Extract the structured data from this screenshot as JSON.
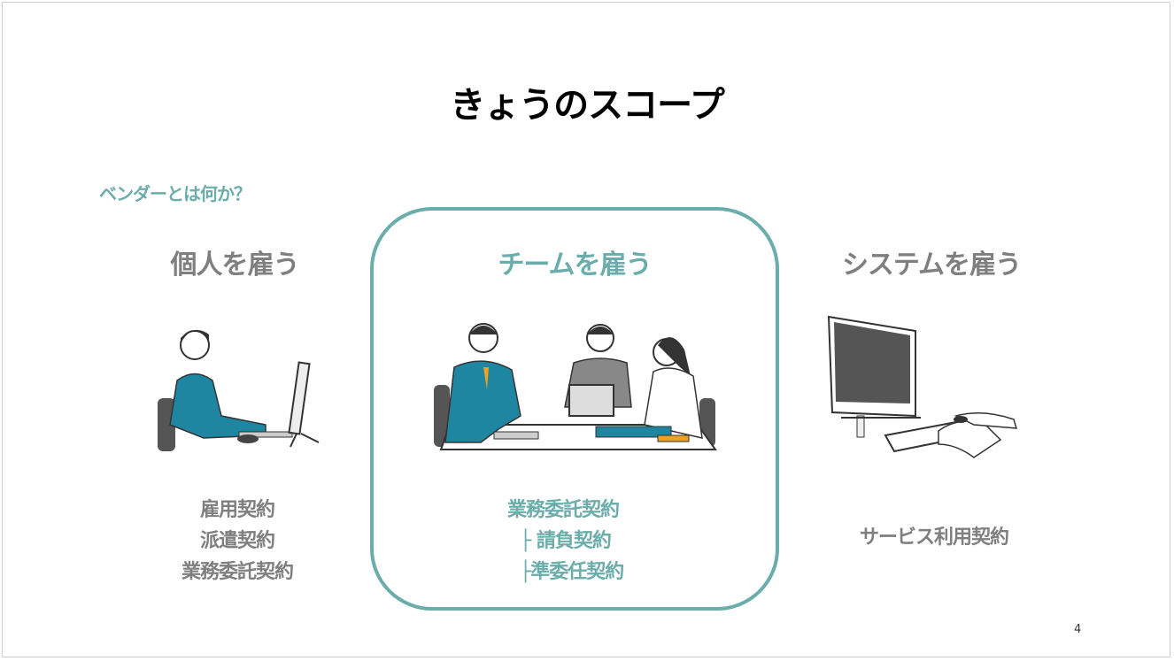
{
  "slide": {
    "title": "きょうのスコープ",
    "subtitle": "ベンダーとは何か？",
    "page_number": "4",
    "colors": {
      "accent": "#6aadaa",
      "muted": "#7f7f7f"
    },
    "columns": [
      {
        "heading": "個人を雇う",
        "items": [
          "雇用契約",
          "派遣契約",
          "業務委託契約"
        ],
        "illustration": "person-at-computer"
      },
      {
        "heading": "チームを雇う",
        "items": [
          "業務委託契約",
          "├ 請負契約",
          "├準委任契約"
        ],
        "illustration": "team-meeting"
      },
      {
        "heading": "システムを雇う",
        "items": [
          "サービス利用契約"
        ],
        "illustration": "computer-keyboard"
      }
    ]
  }
}
